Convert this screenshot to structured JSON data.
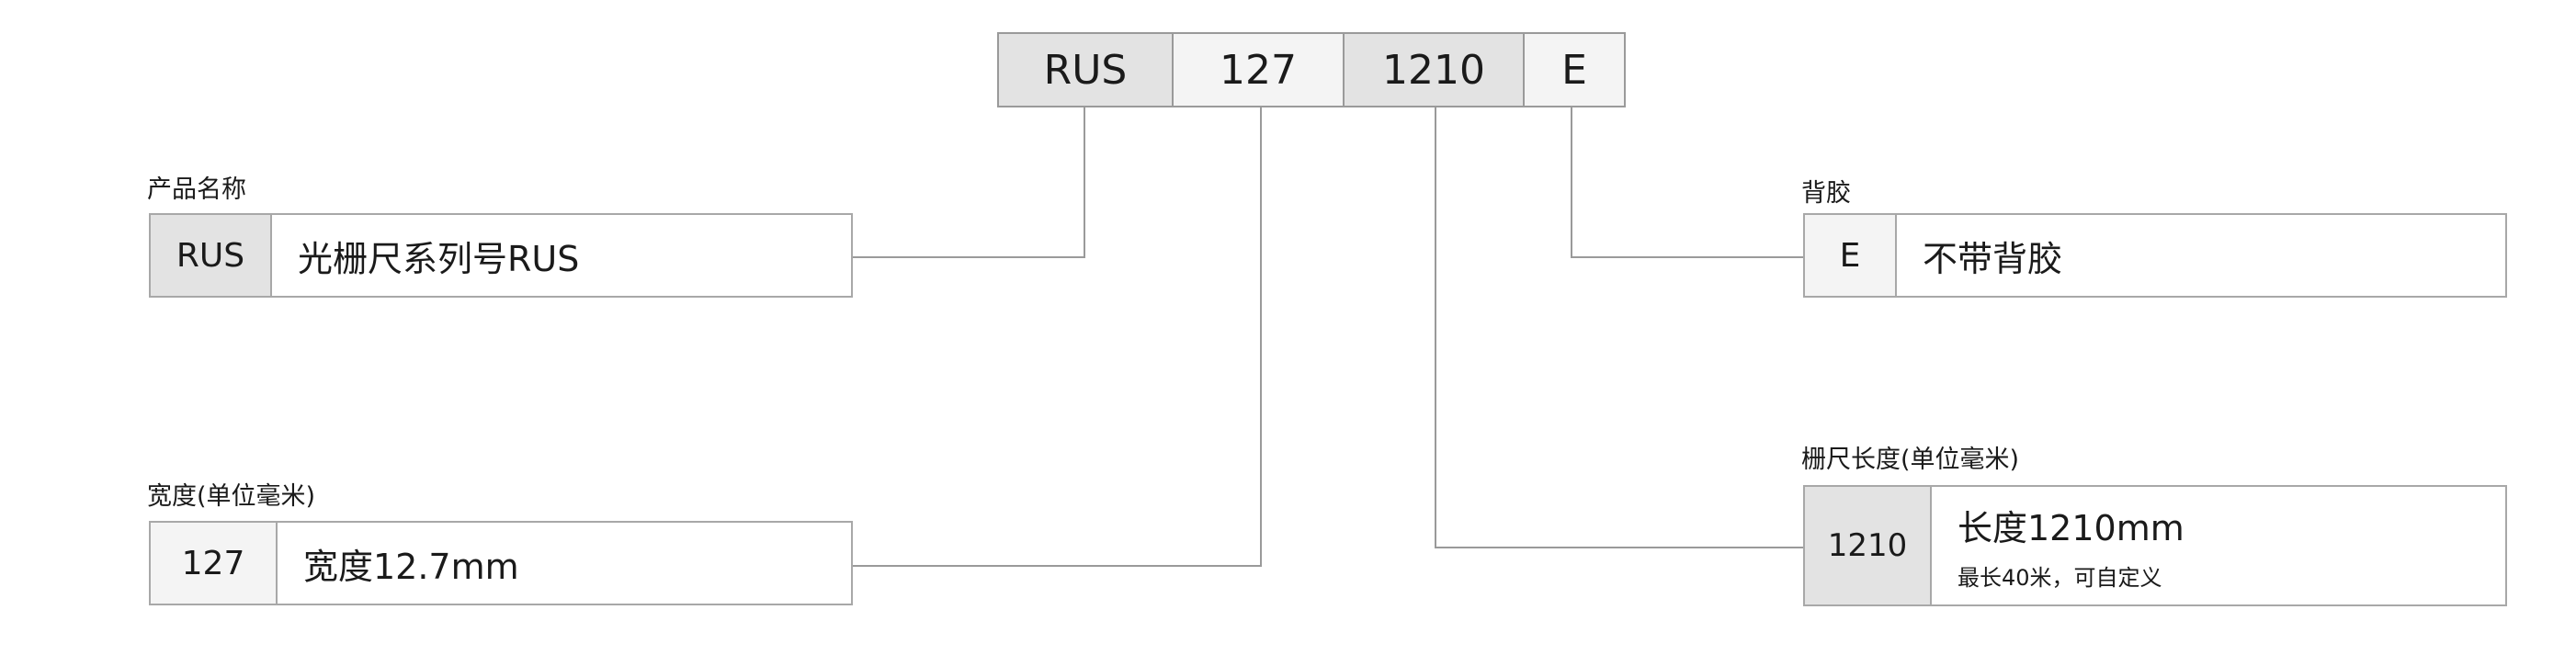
{
  "code_segments": [
    {
      "text": "RUS"
    },
    {
      "text": "127"
    },
    {
      "text": "1210"
    },
    {
      "text": "E"
    }
  ],
  "groups": {
    "product_name": {
      "label": "产品名称",
      "code": "RUS",
      "description": "光栅尺系列号RUS"
    },
    "width": {
      "label": "宽度(单位毫米)",
      "code": "127",
      "description": "宽度12.7mm"
    },
    "adhesive": {
      "label": "背胶",
      "code": "E",
      "description": "不带背胶"
    },
    "length": {
      "label": "栅尺长度(单位毫米)",
      "code": "1210",
      "description": "长度1210mm",
      "note": "最长40米，可自定义"
    }
  },
  "colors": {
    "line": "#9a9a9a",
    "cell_dark": "#e3e3e3",
    "cell_light": "#f4f4f4",
    "border": "#a8a8a8",
    "text": "#1a1a1a"
  }
}
